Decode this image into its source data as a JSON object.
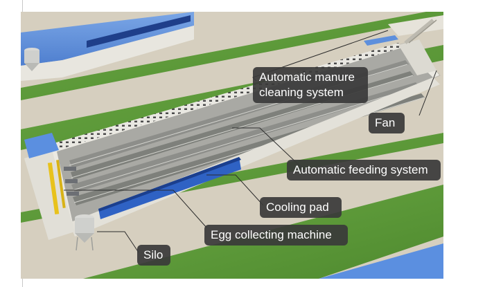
{
  "figure": {
    "labels": {
      "manure": "Automatic manure cleaning system",
      "manure_line1": "Automatic manure",
      "manure_line2": "cleaning system",
      "fan": "Fan",
      "feeding": "Automatic feeding system",
      "cooling": "Cooling pad",
      "egg": "Egg collecting machine",
      "silo": "Silo"
    },
    "colors": {
      "label_background": "#3a3a3a",
      "label_text": "#ffffff",
      "grass": "#5f9a3a",
      "road": "#cfc6b4",
      "roof_blue": "#2f62c4",
      "equipment_yellow": "#e8c21c"
    }
  }
}
